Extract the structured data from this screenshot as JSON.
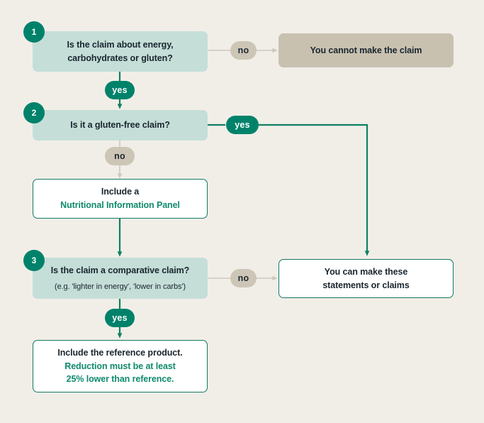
{
  "theme": {
    "background": "#f1eee8",
    "green": "#00826a",
    "green_border": "#137a5f",
    "green_text": "#0e8a6c",
    "question_fill": "#c5ded8",
    "terminal_fill": "#c9c1b0",
    "neutral_pill": "#cdc5b6",
    "neutral_line": "#cfc8bb",
    "text_dark": "#19262f",
    "outcome_fill": "#ffffff"
  },
  "flowchart": {
    "type": "decision-flowchart",
    "steps": [
      {
        "number": "1",
        "title": "Is the claim about energy,",
        "title_line2": "carbohydrates or gluten?",
        "subtitle": ""
      },
      {
        "number": "2",
        "title": "Is it a gluten-free claim?",
        "subtitle": ""
      },
      {
        "number": "3",
        "title": "Is the claim a comparative claim?",
        "subtitle": "(e.g. 'lighter in energy', 'lower in carbs')"
      }
    ],
    "terminals": {
      "cannot_claim": "You cannot make the claim",
      "can_claim_line1": "You can make these",
      "can_claim_line2": "statements or claims"
    },
    "actions": {
      "nip_line1": "Include a",
      "nip_line2": "Nutritional Information Panel",
      "reference_line1": "Include the reference product.",
      "reference_line2": "Reduction must be at least",
      "reference_line3": "25% lower than reference."
    },
    "edges": {
      "q1_no": "no",
      "q1_yes": "yes",
      "q2_yes": "yes",
      "q2_no": "no",
      "q3_no": "no",
      "q3_yes": "yes"
    }
  }
}
